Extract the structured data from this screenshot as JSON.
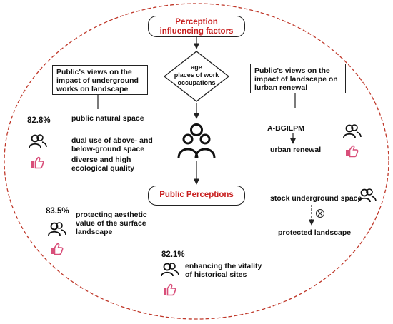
{
  "header": {
    "title": "Perception\ninfluencing factors"
  },
  "factors": {
    "text": "age\nplaces of work\noccupations"
  },
  "center": {
    "title": "Public Perceptions"
  },
  "left_box": {
    "text": "Public's views on the\nimpact of underground\nworks on landscape"
  },
  "right_box": {
    "text": "Public's views on the\nimpact of landscape on\nlurban renewal"
  },
  "left_stat1": {
    "percent": "82.8%",
    "items": [
      "public natural space",
      "dual use of above- and\nbelow-ground space",
      "diverse and high\necological quality"
    ]
  },
  "left_stat2": {
    "percent": "83.5%",
    "item": "protecting aesthetic\nvalue of the surface\nlandscape"
  },
  "bottom_stat": {
    "percent": "82.1%",
    "item": "enhancing the vitality\nof historical sites"
  },
  "right_top": {
    "label": "A-BGILPM",
    "target": "urban renewal"
  },
  "right_bottom": {
    "label": "stock underground space",
    "target": "protected landscape"
  },
  "colors": {
    "accent_red": "#c81e1e",
    "dash_border": "#c0392b",
    "thumb_pink": "#d94f7a",
    "line": "#222222"
  },
  "icons": [
    "people-icon",
    "thumbs-up-icon",
    "crowd-icon",
    "cross-circle-icon"
  ]
}
